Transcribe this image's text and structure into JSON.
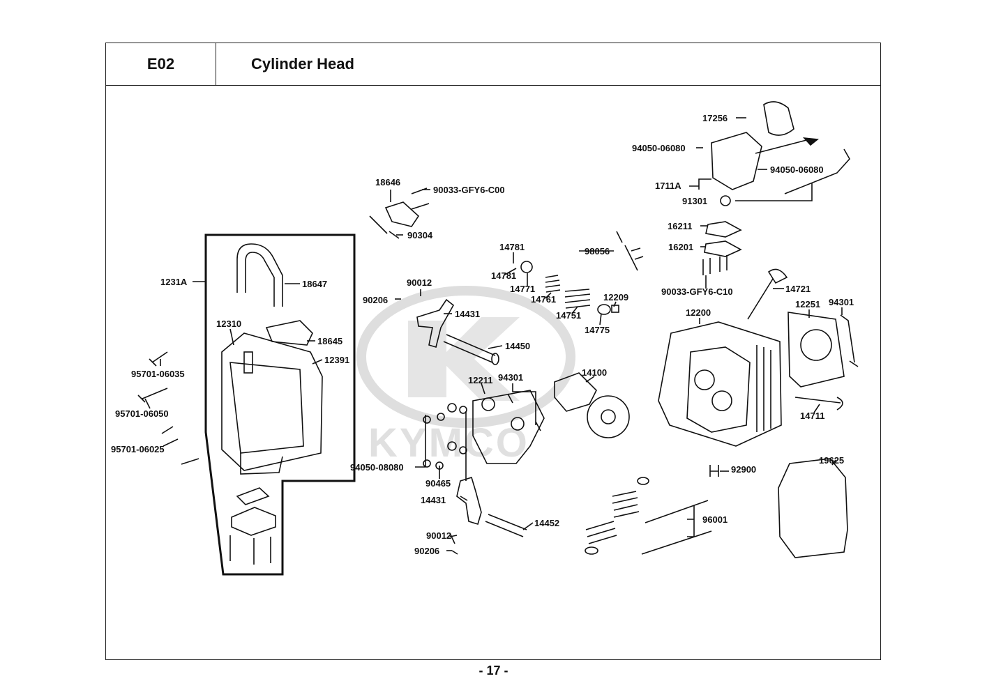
{
  "header": {
    "section_code": "E02",
    "title": "Cylinder Head"
  },
  "watermark": {
    "text": "KYMCO"
  },
  "footer": {
    "page_number": "- 17 -"
  },
  "callouts": [
    "17256",
    "94050-06080",
    "94050-06080",
    "1711A",
    "91301",
    "18646",
    "90033-GFY6-C00",
    "90304",
    "16211",
    "16201",
    "98056",
    "90033-GFY6-C10",
    "14781",
    "14781",
    "14771",
    "14761",
    "14751",
    "12209",
    "14775",
    "1231A",
    "18647",
    "90012",
    "90206",
    "14431",
    "14721",
    "12251",
    "94301",
    "12200",
    "12310",
    "18645",
    "12391",
    "14450",
    "95701-06035",
    "12211",
    "94301",
    "14100",
    "95701-06050",
    "14711",
    "95701-06025",
    "94050-08080",
    "90465",
    "92900",
    "19625",
    "14431",
    "14452",
    "96001",
    "90012",
    "90206"
  ],
  "colors": {
    "line": "#111111",
    "watermark": "#bdbdbd"
  }
}
